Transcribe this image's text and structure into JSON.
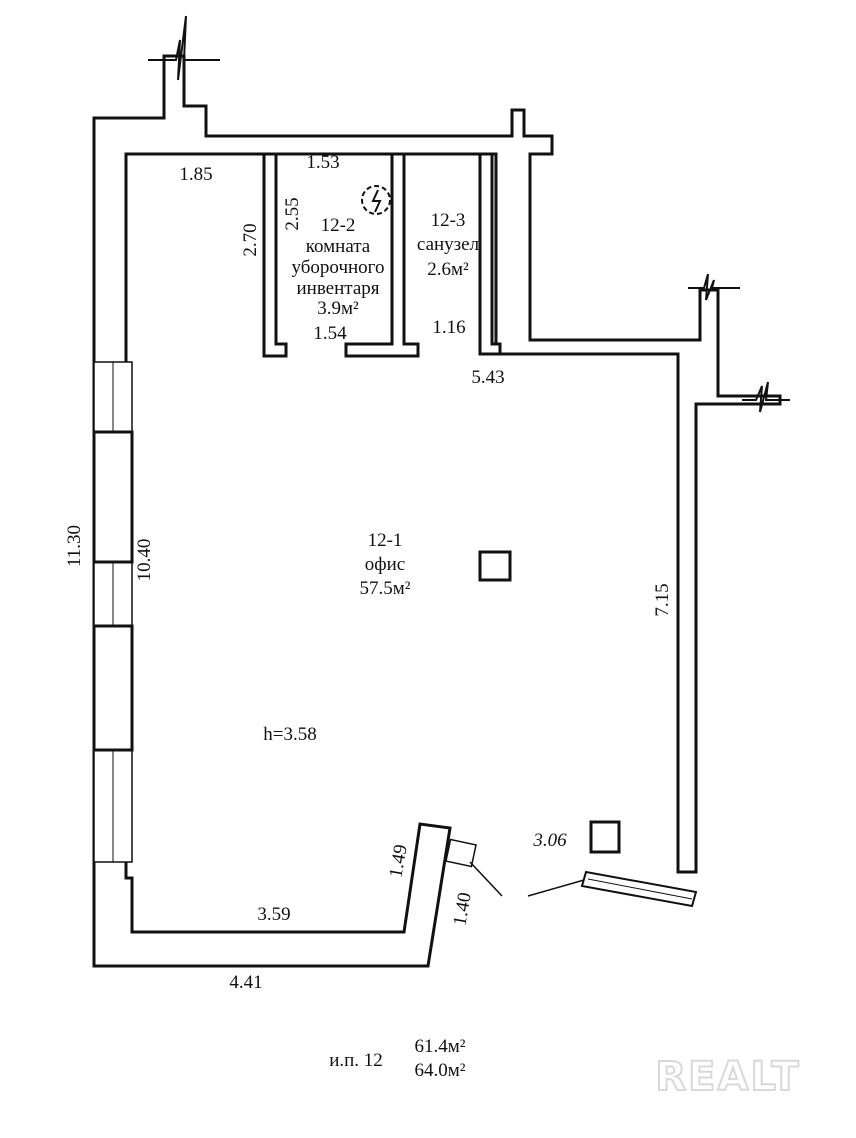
{
  "rooms": {
    "office": {
      "code": "12-1",
      "name": "офис",
      "area": "57.5м²"
    },
    "storage": {
      "code": "12-2",
      "name_line1": "комната",
      "name_line2": "уборочного",
      "name_line3": "инвентаря",
      "area": "3.9м²"
    },
    "bathroom": {
      "code": "12-3",
      "name": "санузел",
      "area": "2.6м²"
    }
  },
  "dimensions": {
    "top_left": "1.85",
    "storage_top": "1.53",
    "storage_left_outer": "2.70",
    "storage_left_inner": "2.55",
    "storage_bottom": "1.54",
    "bath_bottom": "1.16",
    "office_top_right": "5.43",
    "left_outer": "11.30",
    "left_inner": "10.40",
    "right": "7.15",
    "bottom_inner": "3.59",
    "bottom_outer": "4.41",
    "notch_vertical": "1.49",
    "notch_outer": "1.40",
    "door_right": "3.06",
    "ceiling_height": "h=3.58"
  },
  "footer": {
    "unit_label": "и.п. 12",
    "area_1": "61.4м²",
    "area_2": "64.0м²"
  },
  "watermark": "REALT",
  "colors": {
    "ink": "#111111",
    "paper": "#ffffff",
    "watermark": "#d9d9d9"
  }
}
